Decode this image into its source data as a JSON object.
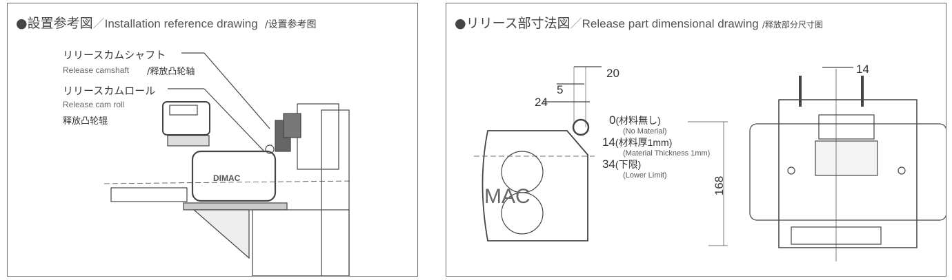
{
  "installation": {
    "title_jp": "●設置参考図",
    "title_sep": "／",
    "title_en": "Installation reference drawing",
    "title_cn": "/设置参考图",
    "labels": {
      "camshaft_jp": "リリースカムシャフト",
      "camshaft_en": "Release camshaft",
      "camshaft_cn": "/释放凸轮轴",
      "camroll_jp": "リリースカムロール",
      "camroll_en": "Release cam roll",
      "camroll_cn": "释放凸轮辊"
    },
    "brand_logo": "DIMAC"
  },
  "release_part": {
    "title_jp": "●リリース部寸法図",
    "title_sep": "／",
    "title_en": "Release part dimensional drawing",
    "title_cn": "/释放部分尺寸图",
    "dims": {
      "d20": "20",
      "d5": "5",
      "d24": "24",
      "d14_front": "14",
      "d168": "168"
    },
    "levels": [
      {
        "value": "0",
        "jp": "(材料無し)",
        "en": "(No Material)"
      },
      {
        "value": "14",
        "jp": "(材料厚1mm)",
        "en": "(Material Thickness 1mm)"
      },
      {
        "value": "34",
        "jp": "(下限)",
        "en": "(Lower Limit)"
      }
    ],
    "brand_logo": "MAC"
  }
}
